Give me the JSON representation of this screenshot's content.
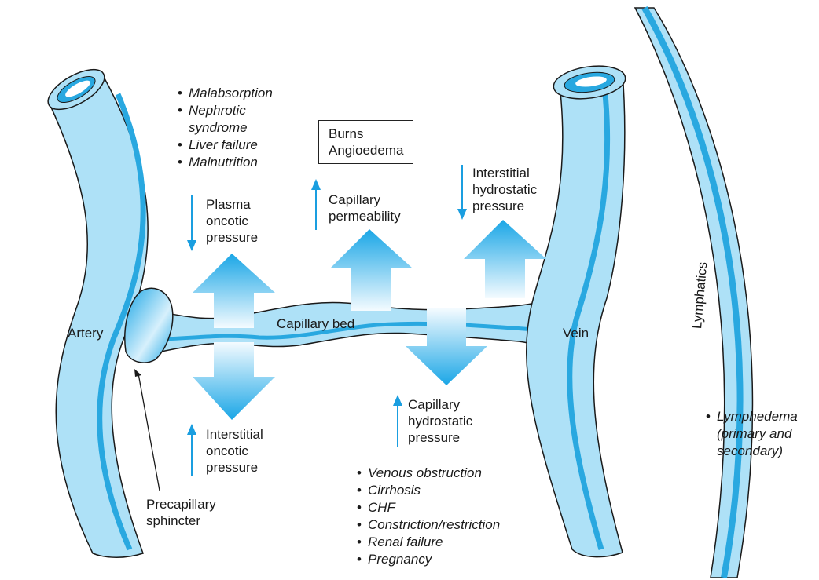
{
  "labels": {
    "artery": "Artery",
    "vein": "Vein",
    "capillary_bed": "Capillary bed",
    "lymphatics": "Lymphatics",
    "precapillary_sphincter": "Precapillary\nsphincter",
    "plasma_oncotic": "Plasma\noncotic\npressure",
    "interstitial_oncotic": "Interstitial\noncotic\npressure",
    "capillary_permeability": "Capillary\npermeability",
    "interstitial_hydrostatic": "Interstitial\nhydrostatic\npressure",
    "capillary_hydrostatic": "Capillary\nhydrostatic\npressure"
  },
  "box": {
    "line1": "Burns",
    "line2": "Angioedema"
  },
  "lists": {
    "low_oncotic": [
      "Malabsorption",
      "Nephrotic",
      "syndrome",
      "Liver failure",
      "Malnutrition"
    ],
    "high_hydrostatic": [
      "Venous obstruction",
      "Cirrhosis",
      "CHF",
      "Constriction/restriction",
      "Renal failure",
      "Pregnancy"
    ],
    "lymph": [
      "Lymphedema",
      "(primary and",
      "secondary)"
    ]
  },
  "colors": {
    "vessel_fill": "#aee1f7",
    "vessel_stripe": "#29a8e0",
    "vessel_outline": "#1a1a1a",
    "arrow_top": "#1aa6e6",
    "arrow_fade": "#f4fbff",
    "thin_arrow": "#1a9ee0"
  }
}
